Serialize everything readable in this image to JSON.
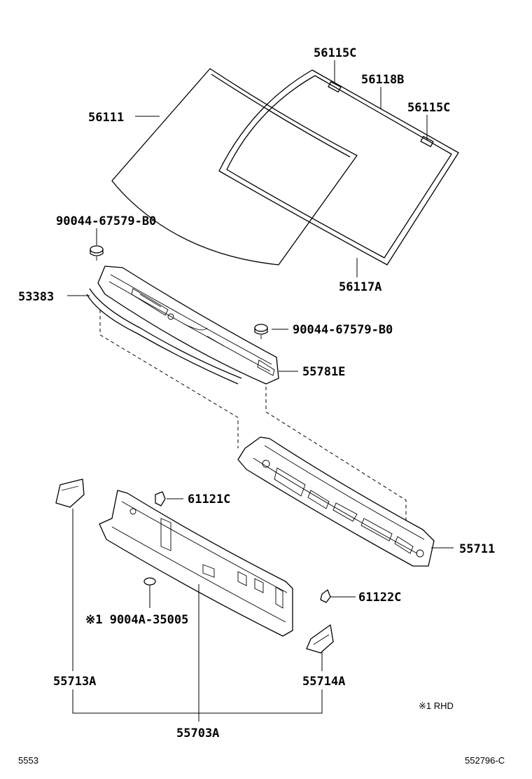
{
  "labels": {
    "p56111": "56111",
    "p56115c_top": "56115C",
    "p56118b": "56118B",
    "p56115c_right": "56115C",
    "p56117a": "56117A",
    "clip_upper": "90044-67579-B0",
    "p53383": "53383",
    "clip_lower": "90044-67579-B0",
    "p55781e": "55781E",
    "p61121c": "61121C",
    "p55711": "55711",
    "p61122c": "61122C",
    "p9004a": "※1  9004A-35005",
    "p55713a": "55713A",
    "p55714a": "55714A",
    "p55703a": "55703A",
    "rhd_note": "※1  RHD",
    "footer_left": "5553",
    "footer_right": "552796-C"
  }
}
